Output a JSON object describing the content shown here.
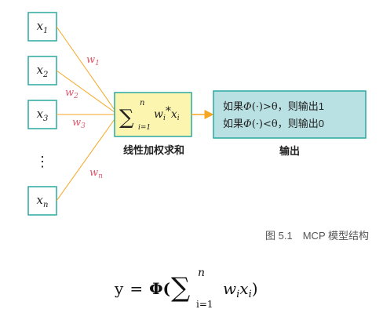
{
  "inputs": [
    {
      "var": "x",
      "sub": "1"
    },
    {
      "var": "x",
      "sub": "2"
    },
    {
      "var": "x",
      "sub": "3"
    },
    {
      "var": "x",
      "sub": "n"
    }
  ],
  "ellipsis": "⋮",
  "weights": [
    {
      "var": "w",
      "sub": "1"
    },
    {
      "var": "w",
      "sub": "2"
    },
    {
      "var": "w",
      "sub": "3"
    },
    {
      "var": "w",
      "sub": "n"
    }
  ],
  "sum_node": {
    "sigma": "∑",
    "upper": "n",
    "lower": "i=1",
    "w": "w",
    "w_sub": "i",
    "star": "*",
    "x": "x",
    "x_sub": "i",
    "caption": "线性加权求和"
  },
  "output_node": {
    "line1_prefix": "如果",
    "line1_phi": "Φ",
    "line1_arg": "(·)>θ，",
    "line1_suffix": "则输出1",
    "line2_prefix": "如果",
    "line2_phi": "Φ",
    "line2_arg": "(·)<θ，",
    "line2_suffix": "则输出0",
    "caption": "输出"
  },
  "figure_caption": "图 5.1　MCP 模型结构",
  "formula": {
    "y": "y",
    "eq": "=",
    "phi": "Φ(",
    "sigma": "∑",
    "upper": "n",
    "lower": "i=1",
    "w": "w",
    "w_sub": "i",
    "x": "x",
    "x_sub": "i",
    "close": ")"
  },
  "colors": {
    "box_border": "#2aa8a0",
    "weight_text": "#e05a6e",
    "arrow": "#f5a623",
    "sum_fill": "#fbf5b0",
    "sum_border": "#2aa8a0",
    "output_fill": "#b9e0e2",
    "output_border": "#2aa8a0"
  }
}
